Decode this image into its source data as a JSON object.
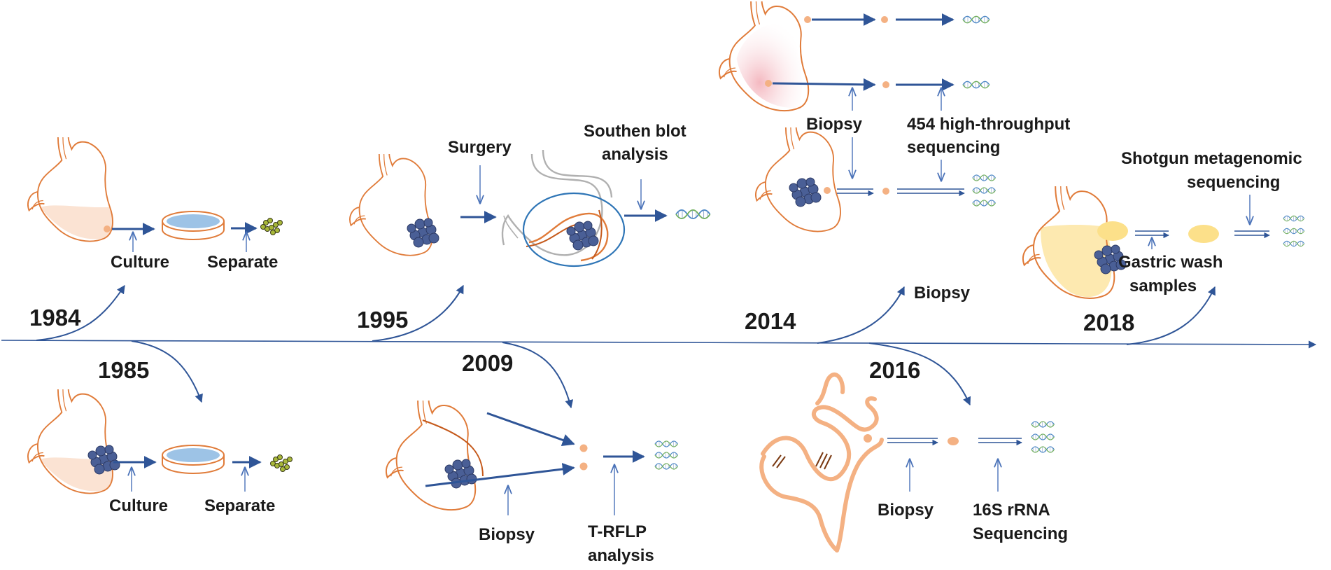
{
  "years": {
    "y1984": "1984",
    "y1985": "1985",
    "y1995": "1995",
    "y2009": "2009",
    "y2014": "2014",
    "y2016": "2016",
    "y2018": "2018"
  },
  "e1984": {
    "culture": "Culture",
    "separate": "Separate"
  },
  "e1985": {
    "culture": "Culture",
    "separate": "Separate"
  },
  "e1995": {
    "surgery": "Surgery",
    "southern_1": "Southen blot",
    "southern_2": "analysis"
  },
  "e2009": {
    "biopsy": "Biopsy",
    "trflp_1": "T-RFLP",
    "trflp_2": "analysis"
  },
  "e2014": {
    "biopsy": "Biopsy",
    "biopsy_lower": "Biopsy",
    "seq_1": "454 high-throughput",
    "seq_2": "sequencing"
  },
  "e2016": {
    "biopsy": "Biopsy",
    "seq_1": "16S rRNA",
    "seq_2": "Sequencing"
  },
  "e2018": {
    "seq_1": "Shotgun metagenomic",
    "seq_2": "sequencing",
    "wash_1": "Gastric wash",
    "wash_2": "samples"
  },
  "colors": {
    "arrow": "#2f5597",
    "stomach": "#e07b39",
    "tumor": "#4a5f96",
    "dish": "#9dc3e6",
    "dna": "#4a86c5"
  }
}
